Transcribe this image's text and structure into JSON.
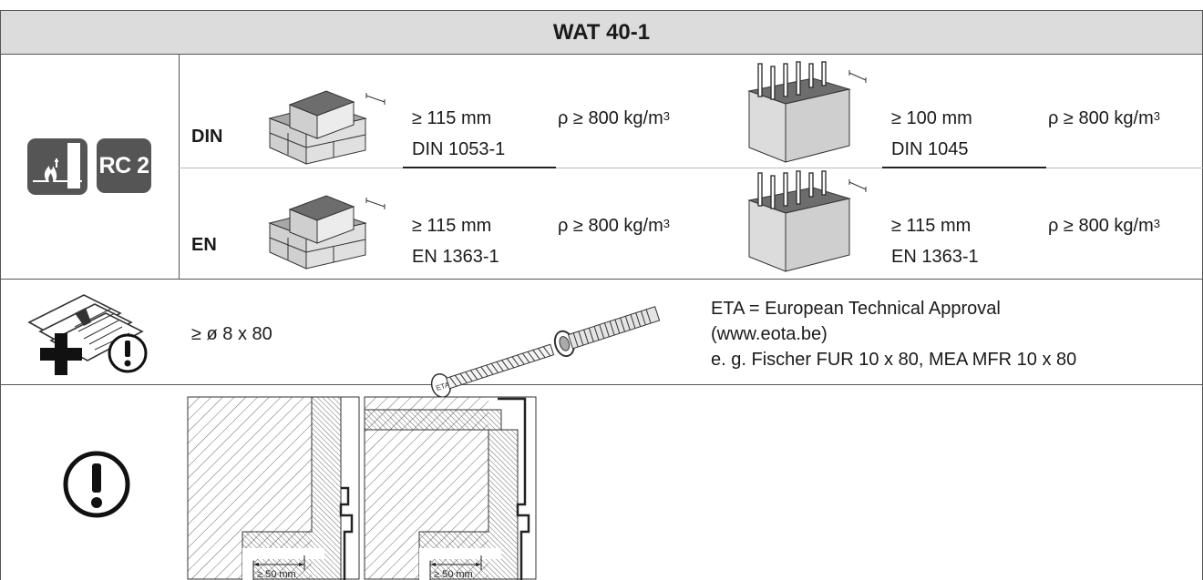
{
  "header": {
    "title": "WAT 40-1"
  },
  "icons": {
    "fire": "fire-door-icon",
    "rc2_label": "RC 2",
    "manual": "manual-plus-warning-icon",
    "warning": "exclamation-circle-icon"
  },
  "rows": {
    "din": {
      "label": "DIN",
      "brick": {
        "thickness": "≥ 115 mm",
        "density_base": "ρ ≥ 800 kg/m",
        "density_exp": "3",
        "standard": "DIN 1053-1"
      },
      "concrete": {
        "thickness": "≥ 100 mm",
        "density_base": "ρ ≥ 800 kg/m",
        "density_exp": "3",
        "standard": "DIN 1045"
      }
    },
    "en": {
      "label": "EN",
      "brick": {
        "thickness": "≥ 115 mm",
        "density_base": "ρ ≥ 800 kg/m",
        "density_exp": "3",
        "standard": "EN 1363-1"
      },
      "concrete": {
        "thickness": "≥ 115 mm",
        "density_base": "ρ ≥ 800 kg/m",
        "density_exp": "3",
        "standard": "EN 1363-1"
      }
    }
  },
  "anchor": {
    "size": "≥ ø 8 x 80",
    "screw_head_text": "ETA",
    "eta_line1": "ETA = European Technical Approval",
    "eta_line2": "(www.eota.be)",
    "eta_line3": "e. g. Fischer FUR 10 x 80, MEA MFR 10 x 80"
  },
  "sections": {
    "left_dim": "≥ 50 mm",
    "right_dim": "≥ 50 mm"
  }
}
